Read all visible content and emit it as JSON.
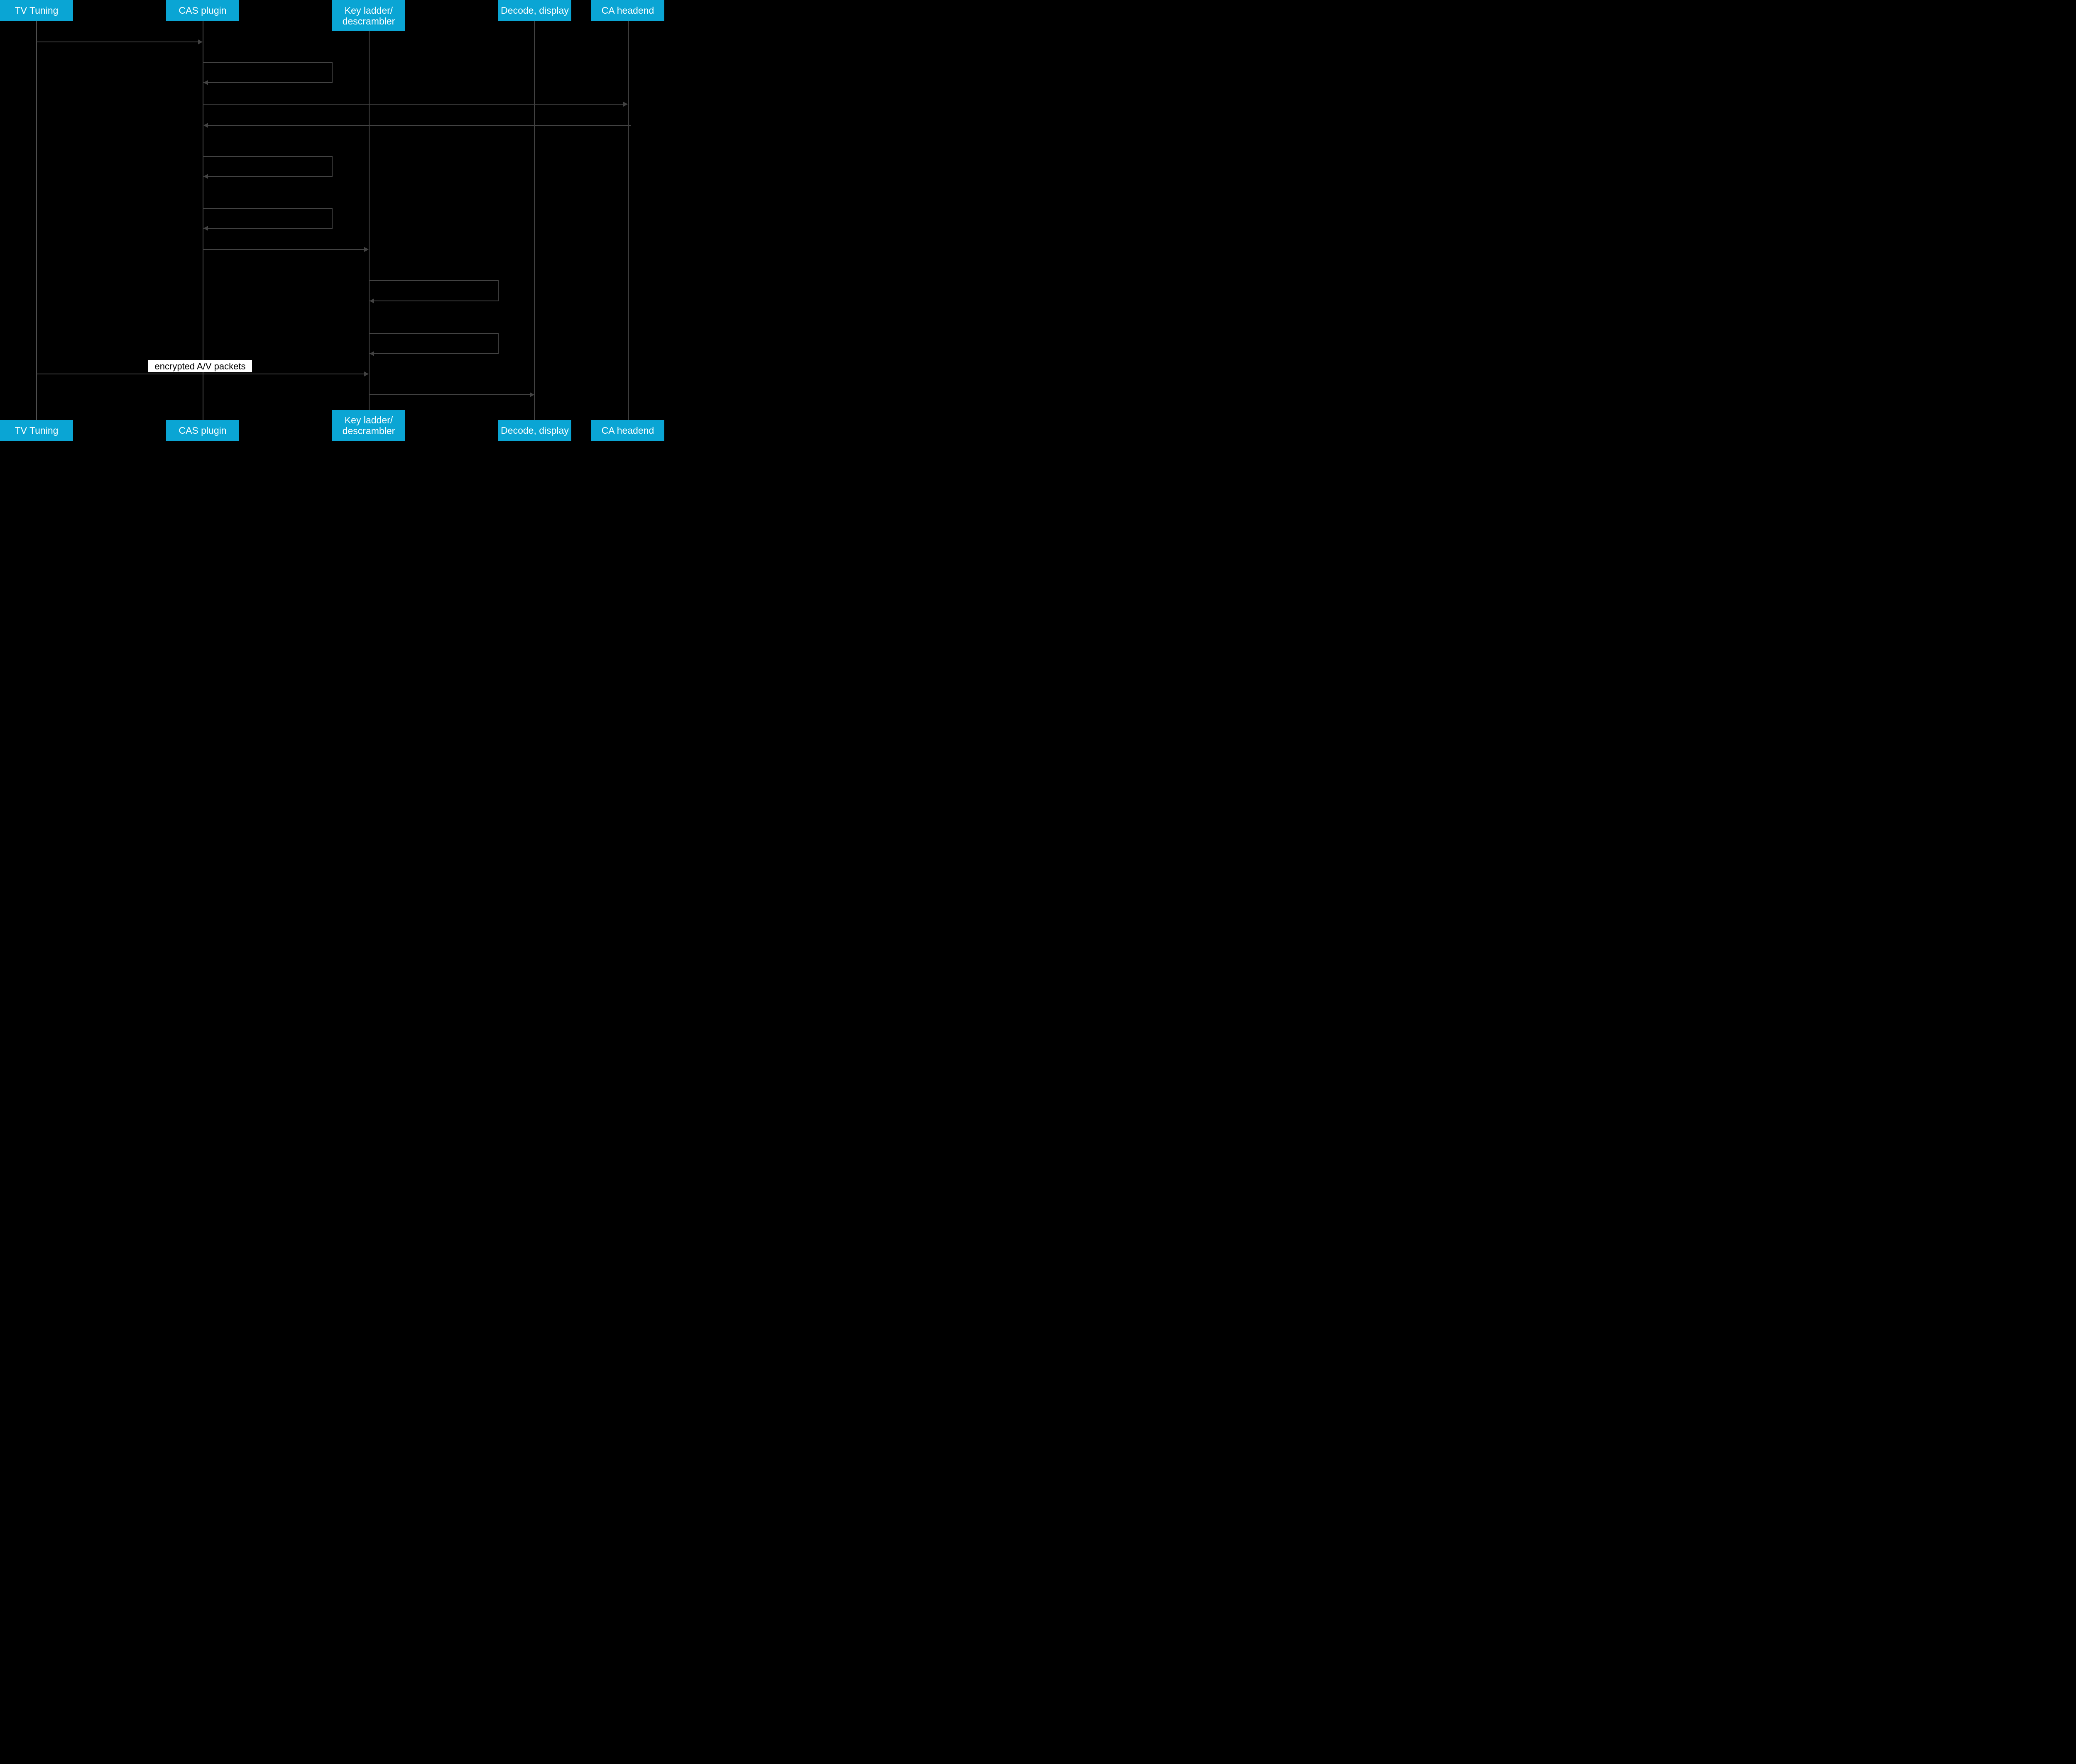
{
  "diagram": {
    "type": "sequence",
    "theme": {
      "background": "#000000",
      "actor_fill": "#0aa5d4",
      "actor_text_color": "#ffffff",
      "message_line_color": "#424242",
      "lifeline_color": "#4e4e4e",
      "label_bg": "#ffffff",
      "label_text_color": "#000000"
    },
    "participants": [
      {
        "id": "tv",
        "label": "TV Tuning"
      },
      {
        "id": "cas",
        "label": "CAS plugin"
      },
      {
        "id": "keyladder",
        "label": "Key ladder/\ndescrambler"
      },
      {
        "id": "decode",
        "label": "Decode, display"
      },
      {
        "id": "headend",
        "label": "CA headend"
      }
    ],
    "messages": [
      {
        "from": "tv",
        "to": "cas",
        "self": false,
        "label": ""
      },
      {
        "from": "cas",
        "to": "cas",
        "self": true,
        "label": ""
      },
      {
        "from": "cas",
        "to": "headend",
        "self": false,
        "label": ""
      },
      {
        "from": "headend",
        "to": "cas",
        "self": false,
        "label": ""
      },
      {
        "from": "cas",
        "to": "cas",
        "self": true,
        "label": ""
      },
      {
        "from": "cas",
        "to": "cas",
        "self": true,
        "label": ""
      },
      {
        "from": "cas",
        "to": "keyladder",
        "self": false,
        "label": ""
      },
      {
        "from": "keyladder",
        "to": "keyladder",
        "self": true,
        "label": ""
      },
      {
        "from": "keyladder",
        "to": "keyladder",
        "self": true,
        "label": ""
      },
      {
        "from": "tv",
        "to": "keyladder",
        "self": false,
        "label": "encrypted A/V packets"
      },
      {
        "from": "keyladder",
        "to": "decode",
        "self": false,
        "label": ""
      }
    ]
  }
}
